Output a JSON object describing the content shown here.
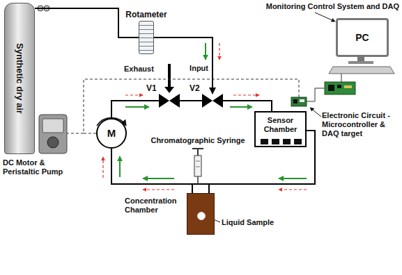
{
  "diagram": {
    "nodes": [
      {
        "text": [
          "Synthetic dry air"
        ]
      },
      {
        "text": [
          "Rotameter"
        ]
      },
      {
        "text": [
          "V1"
        ]
      },
      {
        "text": [
          "V2"
        ]
      },
      {
        "text": [
          "Sensor Chamber"
        ]
      },
      {
        "text": [
          "Concentration Chamber"
        ]
      },
      {
        "text": [
          "M"
        ]
      },
      {
        "text": [
          "PC"
        ]
      }
    ],
    "edges": [
      {
        "from": 0,
        "to": 1,
        "arrow": "none"
      },
      {
        "from": 1,
        "to": 3,
        "label": "Input",
        "arrow": "to"
      },
      {
        "from": 2,
        "to": 3,
        "arrow": "none"
      },
      {
        "from": 3,
        "to": 4,
        "arrow": "none"
      },
      {
        "from": 4,
        "to": 5,
        "arrow": "none"
      },
      {
        "from": 5,
        "to": 6,
        "arrow": "none"
      },
      {
        "from": 6,
        "to": 2,
        "arrow": "none"
      }
    ],
    "labels": [
      "Exhaust",
      "Chromatographic Syringe",
      "Liquid Sample",
      "DC Motor & Peristaltic Pump",
      "Electronic Circuit - Microcontroller & DAQ target",
      "Monitoring Control System and DAQ"
    ]
  }
}
